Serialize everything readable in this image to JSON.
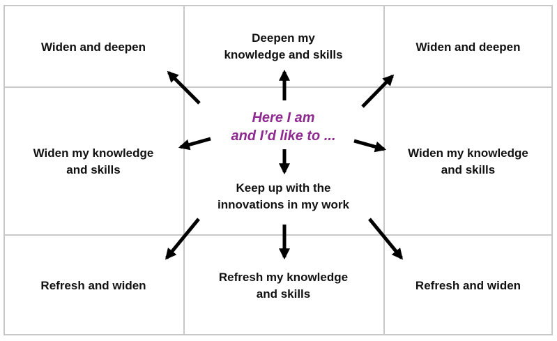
{
  "center": {
    "line1": "Here I am",
    "line2": "and I’d like to ..."
  },
  "cells": {
    "top_left": "Widen and deepen",
    "top_center": {
      "line1": "Deepen my",
      "line2": "knowledge and skills"
    },
    "top_right": "Widen and deepen",
    "middle_left": {
      "line1": "Widen my knowledge",
      "line2": "and skills"
    },
    "middle_center": {
      "line1": "Keep up with the",
      "line2": "innovations in my work"
    },
    "middle_right": {
      "line1": "Widen my knowledge",
      "line2": "and skills"
    },
    "bottom_left": "Refresh and widen",
    "bottom_center": {
      "line1": "Refresh my knowledge",
      "line2": "and skills"
    },
    "bottom_right": "Refresh and widen"
  },
  "colors": {
    "center_text": "#8e2a8f",
    "label_text": "#111111",
    "grid_lines": "#c8c8c8",
    "arrows": "#000000"
  }
}
